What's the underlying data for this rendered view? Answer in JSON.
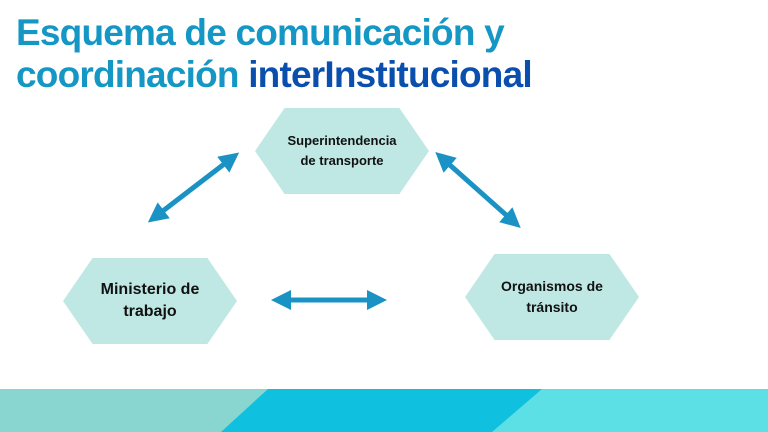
{
  "title": {
    "line1": "Esquema de comunicación y",
    "line2_plain": "coordinación ",
    "line2_accent": "interInstitucional"
  },
  "nodes": [
    {
      "id": "superintendencia",
      "line1": "Superintendencia",
      "line2": "de transporte"
    },
    {
      "id": "ministerio",
      "line1": "Ministerio de",
      "line2": "trabajo"
    },
    {
      "id": "organismos",
      "line1": "Organismos de",
      "line2": "tránsito"
    }
  ],
  "colors": {
    "title": "#1597c5",
    "accent": "#0a4fad",
    "hexagon": "#bfe8e4",
    "arrow": "#1a93c4",
    "band1": "#89d6d0",
    "band2": "#0fc0df",
    "band3": "#5ce0e6"
  }
}
